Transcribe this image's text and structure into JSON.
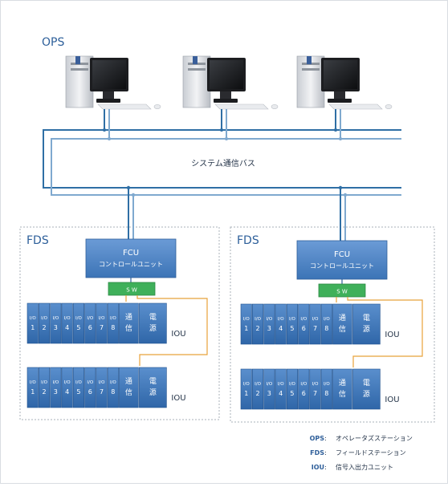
{
  "ops_label": "OPS",
  "bus_label": "システム通信バス",
  "fds": [
    {
      "label": "FDS",
      "fcu_title": "FCU",
      "fcu_sub": "コントロールユニット",
      "sw_label": "S  W",
      "iou": [
        {
          "label": "IOU",
          "slots": [
            "1",
            "2",
            "3",
            "4",
            "5",
            "6",
            "7",
            "8"
          ],
          "slot_prefix": "I/O",
          "comm": [
            "通",
            "信"
          ],
          "power": [
            "電",
            "源"
          ]
        },
        {
          "label": "IOU",
          "slots": [
            "1",
            "2",
            "3",
            "4",
            "5",
            "6",
            "7",
            "8"
          ],
          "slot_prefix": "I/O",
          "comm": [
            "通",
            "信"
          ],
          "power": [
            "電",
            "源"
          ]
        }
      ]
    },
    {
      "label": "FDS",
      "fcu_title": "FCU",
      "fcu_sub": "コントロールユニット",
      "sw_label": "S  W",
      "iou": [
        {
          "label": "IOU",
          "slots": [
            "1",
            "2",
            "3",
            "4",
            "5",
            "6",
            "7",
            "8"
          ],
          "slot_prefix": "I/O",
          "comm": [
            "通",
            "信"
          ],
          "power": [
            "電",
            "源"
          ]
        },
        {
          "label": "IOU",
          "slots": [
            "1",
            "2",
            "3",
            "4",
            "5",
            "6",
            "7",
            "8"
          ],
          "slot_prefix": "I/O",
          "comm": [
            "通",
            "信"
          ],
          "power": [
            "電",
            "源"
          ]
        }
      ]
    }
  ],
  "legend": [
    {
      "abbr": "OPS",
      "sep": " : ",
      "desc": "オペレータズステーション"
    },
    {
      "abbr": "FDS",
      "sep": " : ",
      "desc": "フィールドステーション"
    },
    {
      "abbr": "IOU",
      "sep": " : ",
      "desc": "信号入出力ユニット"
    }
  ],
  "colors": {
    "bus": "#2f6fa5",
    "bus_light": "#7fa9cf",
    "module": "#3d78b8",
    "fcu": "#4f86c6",
    "sw": "#3fb05a",
    "link": "#e8a23a",
    "legend_abbr": "#2f5f9a",
    "text_dark": "#1f2f44"
  }
}
